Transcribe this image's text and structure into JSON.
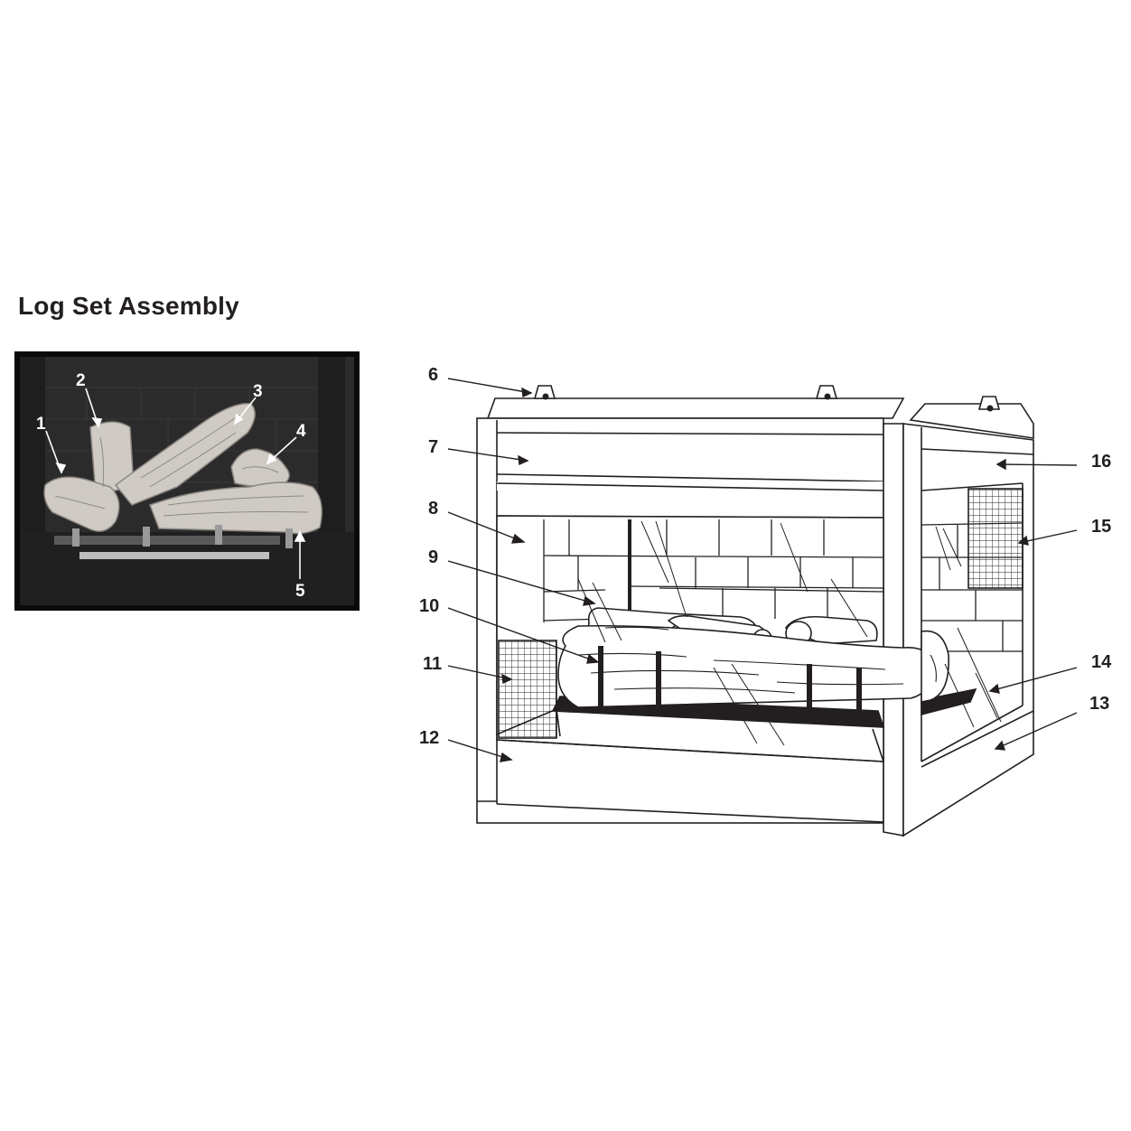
{
  "title": "Log Set Assembly",
  "photo_callouts": [
    "1",
    "2",
    "3",
    "4",
    "5"
  ],
  "diagram_callouts": [
    "6",
    "7",
    "8",
    "9",
    "10",
    "11",
    "12",
    "13",
    "14",
    "15",
    "16"
  ],
  "colors": {
    "ink": "#231f20",
    "photo_bg": "#1a1a1a",
    "photo_frame": "#000000",
    "log": "#cfcbc4"
  }
}
